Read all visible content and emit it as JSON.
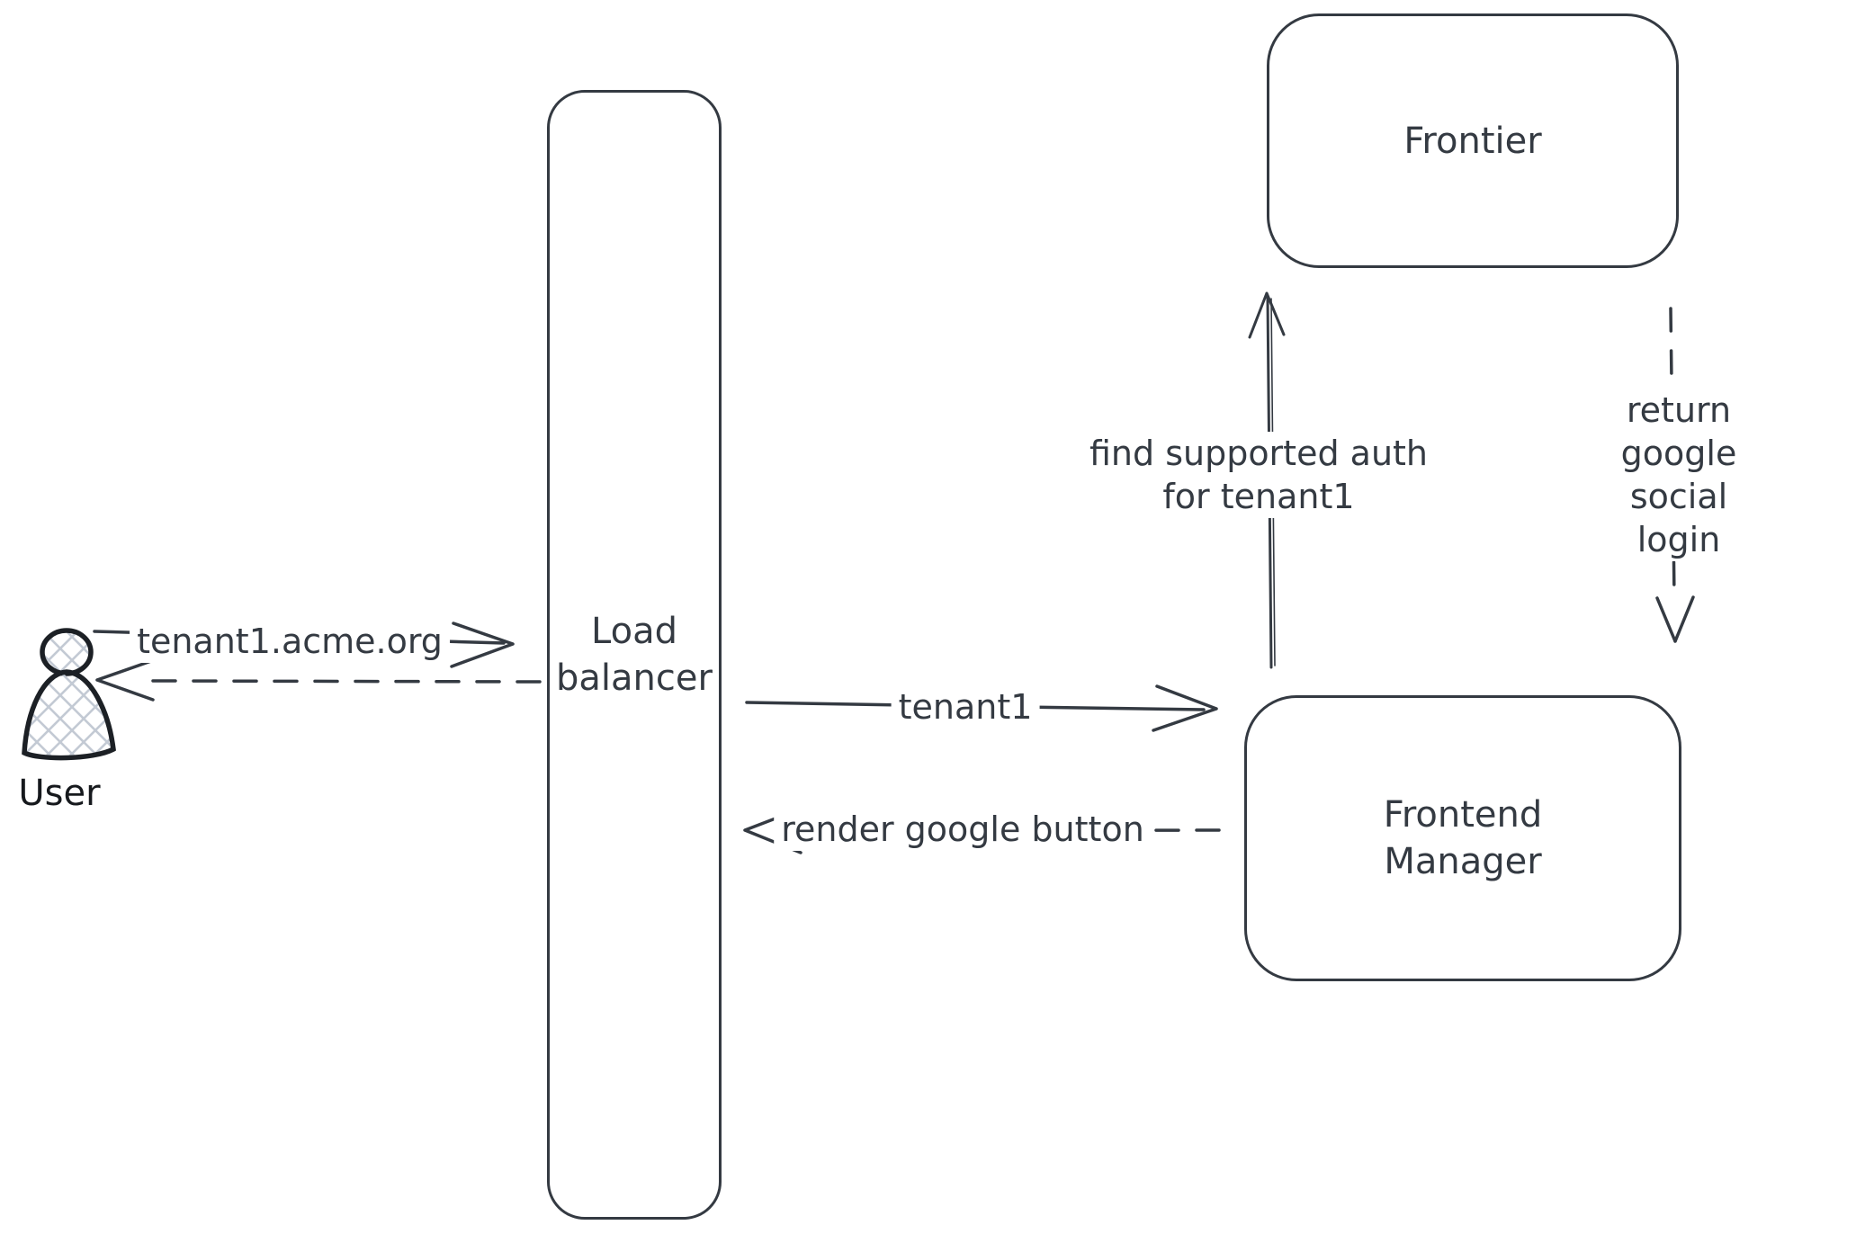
{
  "actor": {
    "label": "User"
  },
  "nodes": {
    "load_balancer": {
      "label": "Load\nbalancer"
    },
    "frontier": {
      "label": "Frontier"
    },
    "frontend_manager": {
      "label": "Frontend\nManager"
    }
  },
  "edges": {
    "user_to_lb": {
      "label": "tenant1.acme.org",
      "style": "solid"
    },
    "lb_to_user": {
      "label": "",
      "style": "dashed"
    },
    "lb_to_fm": {
      "label": "tenant1",
      "style": "solid"
    },
    "fm_to_lb": {
      "label": "render google button",
      "style": "dashed"
    },
    "fm_to_frontier": {
      "label": "find supported auth\nfor tenant1",
      "style": "solid"
    },
    "frontier_to_fm": {
      "label": "return google social\nlogin",
      "style": "dashed"
    }
  },
  "colors": {
    "stroke": "#343a42",
    "actor_stroke": "#1c2025",
    "hatch_fill": "#c3cad4",
    "background": "#ffffff"
  }
}
